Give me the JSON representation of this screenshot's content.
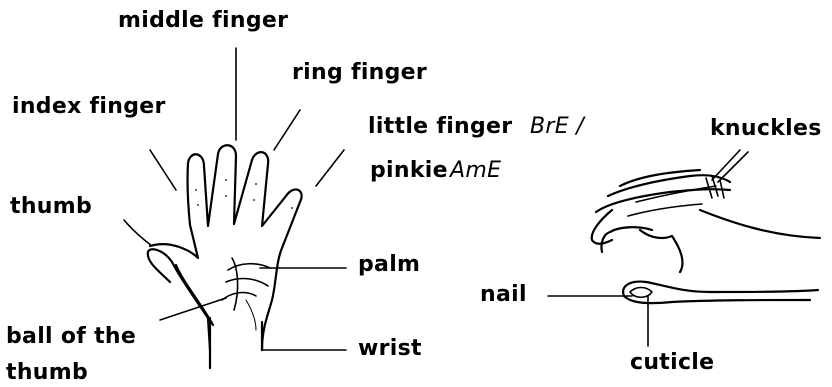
{
  "labels": {
    "middle_finger": "middle finger",
    "ring_finger": "ring finger",
    "index_finger": "index finger",
    "little_finger": "little finger",
    "bre": "BrE /",
    "pinkie": "pinkie",
    "ame": "AmE",
    "thumb": "thumb",
    "palm": "palm",
    "ball_of_the": "ball of the",
    "ball_thumb": "thumb",
    "wrist": "wrist",
    "knuckles": "knuckles",
    "nail": "nail",
    "cuticle": "cuticle"
  },
  "colors": {
    "ink": "#000000",
    "background": "#ffffff"
  }
}
